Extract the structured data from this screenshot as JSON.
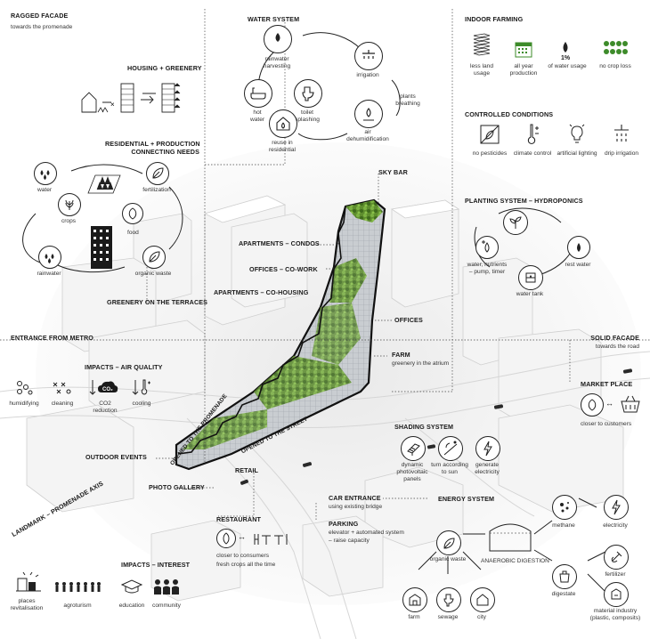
{
  "labels": {
    "ragged_facade": "RAGGED FACADE",
    "ragged_facade_sub": "towards the promenade",
    "housing_greenery": "HOUSING + GREENERY",
    "residential_production": "RESIDENTIAL + PRODUCTION",
    "connecting_needs": "CONNECTING NEEDS",
    "greenery_terraces": "GREENERY ON THE TERRACES",
    "entrance_metro": "ENTRANCE FROM METRO",
    "impacts_air": "IMPACTS – AIR QUALITY",
    "outdoor_events": "OUTDOOR EVENTS",
    "photo_gallery": "PHOTO GALLERY",
    "landmark": "LANDMARK – PROMENADE AXIS",
    "impacts_interest": "IMPACTS – INTEREST",
    "water_system": "WATER SYSTEM",
    "sky_bar": "SKY BAR",
    "apartments_condos": "APARTMENTS – CONDOS",
    "offices_cowork": "OFFICES – CO-WORK",
    "apartments_cohousing": "APARTMENTS – CO-HOUSING",
    "offices": "OFFICES",
    "farm": "FARM",
    "farm_sub": "greenery in the atrium",
    "opened_promenade": "OPENED TO THE PROMENADE",
    "opened_street": "OPENED TO THE STREET",
    "retail": "RETAIL",
    "restaurant": "RESTAURANT",
    "restaurant_sub1": "closer to consumers",
    "restaurant_sub2": "fresh crops all the time",
    "car_entrance": "CAR ENTRANCE",
    "car_entrance_sub": "using existing bridge",
    "parking": "PARKING",
    "parking_sub1": "elevator + automated system",
    "parking_sub2": "– raise capacity",
    "indoor_farming": "INDOOR FARMING",
    "controlled_conditions": "CONTROLLED CONDITIONS",
    "planting_system": "PLANTING SYSTEM – HYDROPONICS",
    "solid_facade": "SOLID FACADE",
    "solid_facade_sub": "towards the road",
    "market_place": "MARKET PLACE",
    "market_sub": "closer to customers",
    "shading_system": "SHADING SYSTEM",
    "energy_system": "ENERGY SYSTEM",
    "anaerobic": "ANAEROBIC DIGESTION"
  },
  "connecting": {
    "water": "water",
    "fertilization": "fertilization",
    "crops": "crops",
    "food": "food",
    "rainwater": "rainwater",
    "organic_waste": "organic waste"
  },
  "water_cycle": {
    "harvesting_1": "rainwater",
    "harvesting_2": "harvesting",
    "irrigation": "irrigation",
    "plants_1": "plants",
    "plants_2": "breathing",
    "air_1": "air",
    "air_2": "dehumidification",
    "hot_1": "hot",
    "hot_2": "water",
    "toilet_1": "toilet",
    "toilet_2": "splashing",
    "reuse_1": "reuse in",
    "reuse_2": "residential"
  },
  "air_quality": [
    "humidifying",
    "cleaning",
    "CO2",
    "reduction",
    "cooling"
  ],
  "indoor_farming_items": [
    "less land",
    "usage",
    "all year",
    "production",
    "1%",
    "of water usage",
    "no crop loss"
  ],
  "controlled_items": [
    "no pesticides",
    "climate control",
    "artificial lighting",
    "drip irrigation"
  ],
  "hydroponics": {
    "water_1": "water, nutrients",
    "water_2": "– pump, timer",
    "rest_water": "rest water",
    "water_tank": "water tank"
  },
  "shading_items": [
    "dynamic",
    "photovoltaic",
    "panels",
    "turn according",
    "to sun",
    "generate",
    "electricity"
  ],
  "energy": {
    "methane": "methane",
    "electricity": "electricity",
    "organic_waste": "organic waste",
    "digestate": "digestate",
    "fertilizer": "fertilizer",
    "material_1": "material industry",
    "material_2": "(plastic, composits)",
    "farm": "farm",
    "sewage": "sewage",
    "city": "city"
  },
  "interest_items": [
    "places",
    "revitalisation",
    "agroturism",
    "education",
    "community"
  ]
}
